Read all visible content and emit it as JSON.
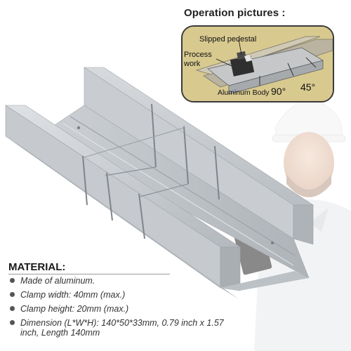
{
  "operation": {
    "title": "Operation pictures :",
    "labels": {
      "slipped_pedestal": "Slipped pedestal",
      "process_work": "Process work",
      "aluminum_body": "Aluminum Body",
      "angle_90": "90°",
      "angle_45": "45°"
    }
  },
  "material": {
    "heading": "MATERIAL:",
    "items": [
      "Made of aluminum.",
      "Clamp width: 40mm (max.)",
      "Clamp height: 20mm (max.)",
      "Dimension (L*W*H): 140*50*33mm, 0.79 inch x 1.57 inch, Length 140mm"
    ]
  },
  "colors": {
    "aluminum": "#c3c7cb",
    "inset_background": "#d8c98f",
    "heading": "#1a1a1a"
  }
}
